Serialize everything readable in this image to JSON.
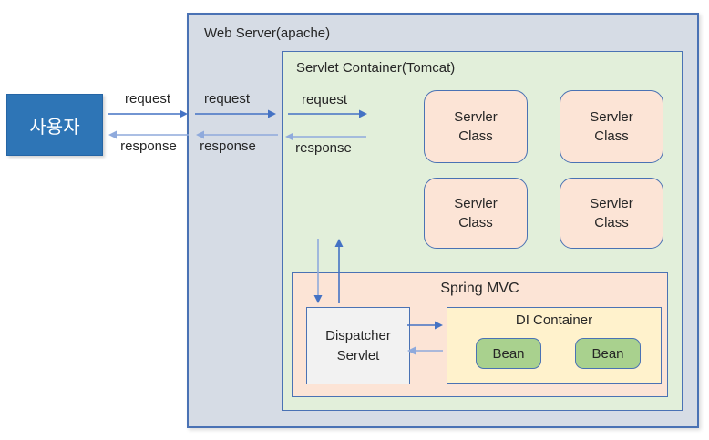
{
  "user_box": {
    "label": "사용자"
  },
  "web_server": {
    "title": "Web Server(apache)"
  },
  "servlet_container": {
    "title": "Servlet Container(Tomcat)",
    "classes": [
      {
        "label": "Servler\nClass"
      },
      {
        "label": "Servler\nClass"
      },
      {
        "label": "Servler\nClass"
      },
      {
        "label": "Servler\nClass"
      }
    ]
  },
  "spring_mvc": {
    "title": "Spring MVC",
    "dispatcher": {
      "label": "Dispatcher\nServlet"
    },
    "di_container": {
      "title": "DI Container",
      "beans": [
        {
          "label": "Bean"
        },
        {
          "label": "Bean"
        }
      ]
    }
  },
  "flows": [
    {
      "request": "request",
      "response": "response"
    },
    {
      "request": "request",
      "response": "response"
    },
    {
      "request": "request",
      "response": "response"
    }
  ],
  "colors": {
    "user_fill": "#2E75B6",
    "web_server_fill": "#D6DCE5",
    "container_fill": "#E2EFDA",
    "class_fill": "#FCE4D6",
    "spring_fill": "#FCE4D6",
    "di_fill": "#FFF2CC",
    "bean_fill": "#A9D18E",
    "dispatcher_fill": "#F2F2F2",
    "border": "#4A72B4",
    "arrow_dark": "#4472C4",
    "arrow_light": "#8FAADC",
    "text": "#262626"
  }
}
